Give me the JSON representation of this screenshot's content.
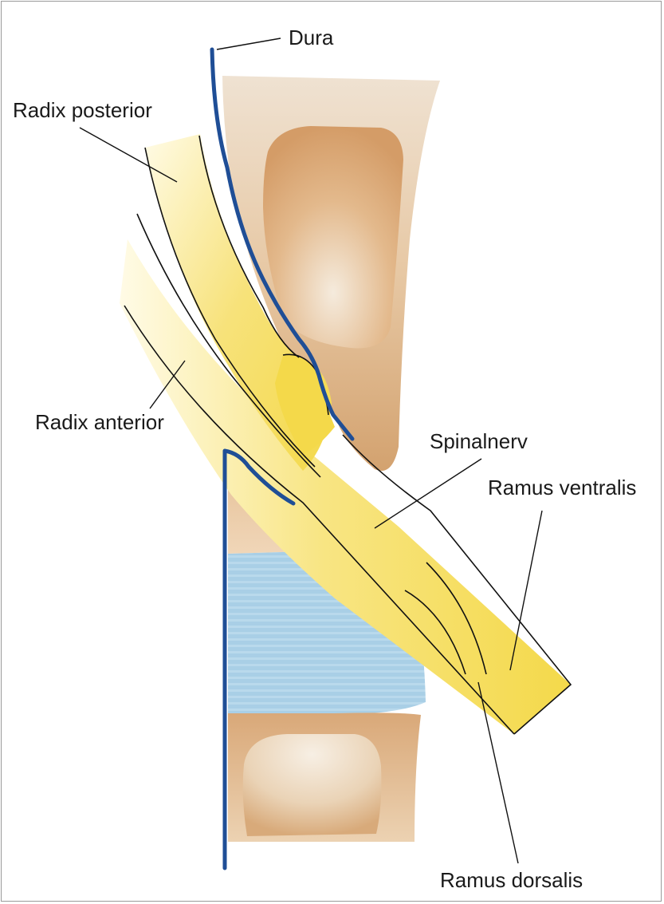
{
  "labels": {
    "dura": "Dura",
    "radix_posterior": "Radix posterior",
    "radix_anterior": "Radix anterior",
    "spinalnerv": "Spinalnerv",
    "ramus_ventralis": "Ramus ventralis",
    "ramus_dorsalis": "Ramus dorsalis"
  },
  "colors": {
    "nerve": "#f4d94a",
    "nerve_light": "#fff8d8",
    "vertebra_outer": "#ecd2b2",
    "vertebra_inner": "#d9a878",
    "disc": "#a9cfe6",
    "dura": "#1f4e96"
  }
}
